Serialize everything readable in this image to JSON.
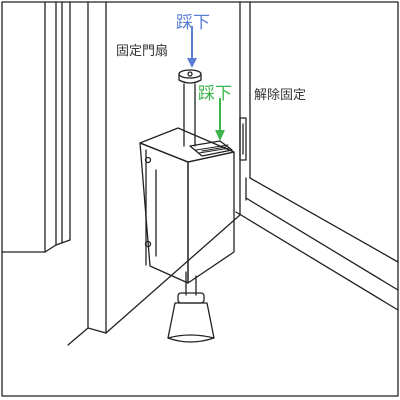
{
  "labels": {
    "press_top": "踩下",
    "fix_door": "固定門扇",
    "press_pedal": "踩下",
    "release": "解除固定"
  },
  "colors": {
    "line": "#222222",
    "blue": "#5b7fd6",
    "green": "#3cb44b",
    "text": "#333333"
  }
}
